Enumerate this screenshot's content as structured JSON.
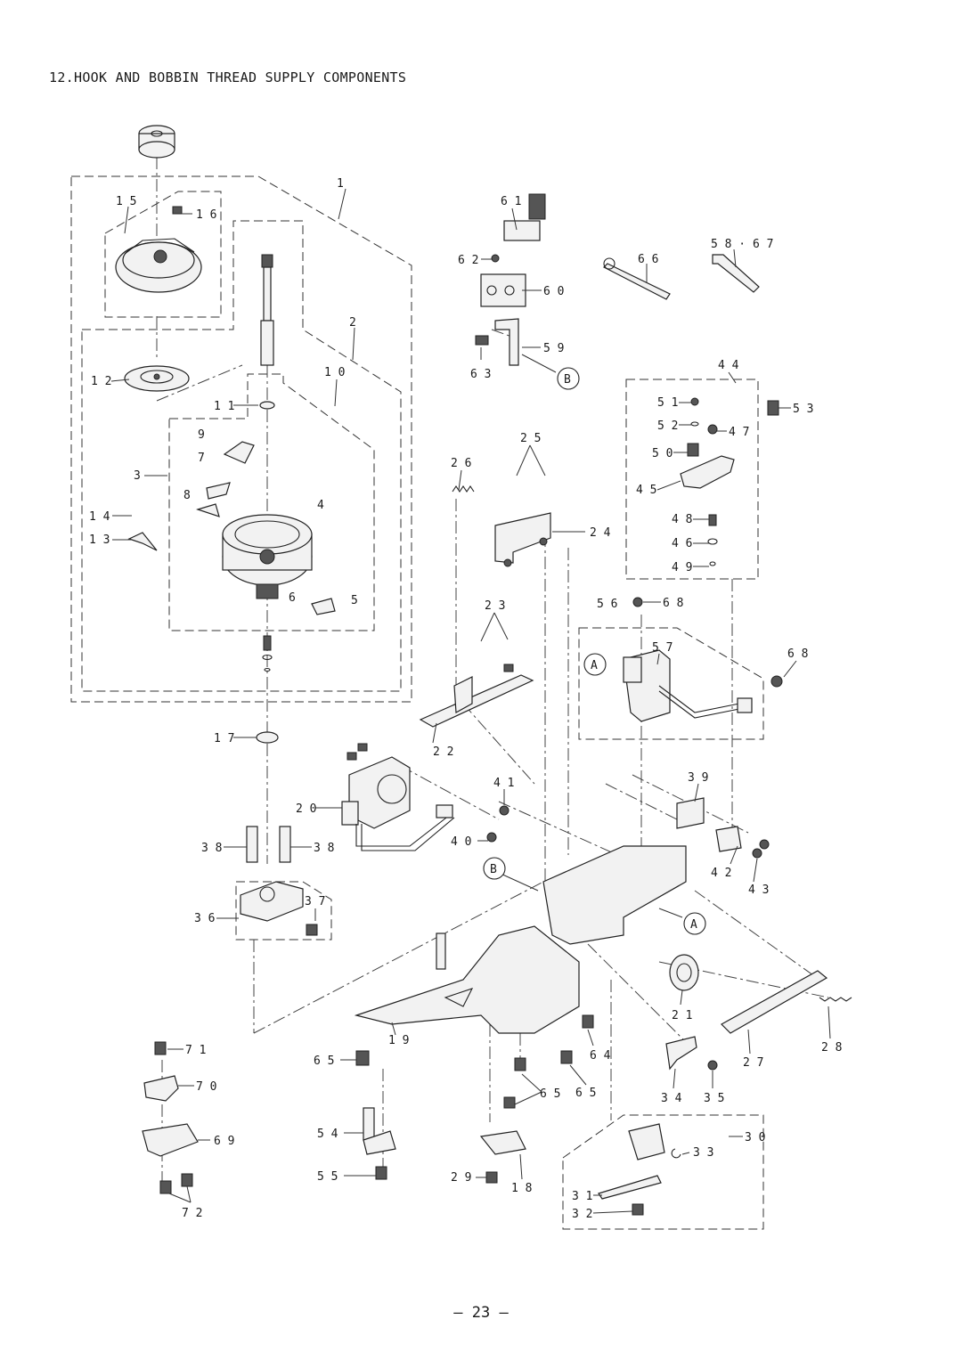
{
  "page": {
    "title": "12.HOOK AND BOBBIN THREAD SUPPLY COMPONENTS",
    "page_number": "— 23 —"
  },
  "callouts": {
    "c1": "1",
    "c2": "2",
    "c3": "3",
    "c4": "4",
    "c5": "5",
    "c6": "6",
    "c7": "7",
    "c8": "8",
    "c9": "9",
    "c10": "1 0",
    "c11": "1 1",
    "c12": "1 2",
    "c13": "1 3",
    "c14": "1 4",
    "c15": "1 5",
    "c16": "1 6",
    "c17": "1 7",
    "c18": "1 8",
    "c19": "1 9",
    "c20": "2 0",
    "c21": "2 1",
    "c22": "2 2",
    "c23": "2 3",
    "c24": "2 4",
    "c25": "2 5",
    "c26": "2 6",
    "c27": "2 7",
    "c28": "2 8",
    "c29": "2 9",
    "c30": "3 0",
    "c31": "3 1",
    "c32": "3 2",
    "c33": "3 3",
    "c34": "3 4",
    "c35": "3 5",
    "c36": "3 6",
    "c37": "3 7",
    "c38a": "3 8",
    "c38b": "3 8",
    "c39": "3 9",
    "c40": "4 0",
    "c41": "4 1",
    "c42": "4 2",
    "c43": "4 3",
    "c44": "4 4",
    "c45": "4 5",
    "c46": "4 6",
    "c47": "4 7",
    "c48": "4 8",
    "c49": "4 9",
    "c50": "5 0",
    "c51": "5 1",
    "c52": "5 2",
    "c53": "5 3",
    "c54": "5 4",
    "c55": "5 5",
    "c56": "5 6",
    "c57": "5 7",
    "c58_67": "5 8 · 6 7",
    "c59": "5 9",
    "c60": "6 0",
    "c61": "6 1",
    "c62": "6 2",
    "c63": "6 3",
    "c64": "6 4",
    "c65a": "6 5",
    "c65b": "6 5",
    "c65c": "6 5",
    "c66": "6 6",
    "c68a": "6 8",
    "c68b": "6 8",
    "c69": "6 9",
    "c70": "7 0",
    "c71": "7 1",
    "c72": "7 2"
  },
  "connectors": {
    "A_left": "A",
    "A_right": "A",
    "B_top": "B",
    "B_left": "B"
  }
}
